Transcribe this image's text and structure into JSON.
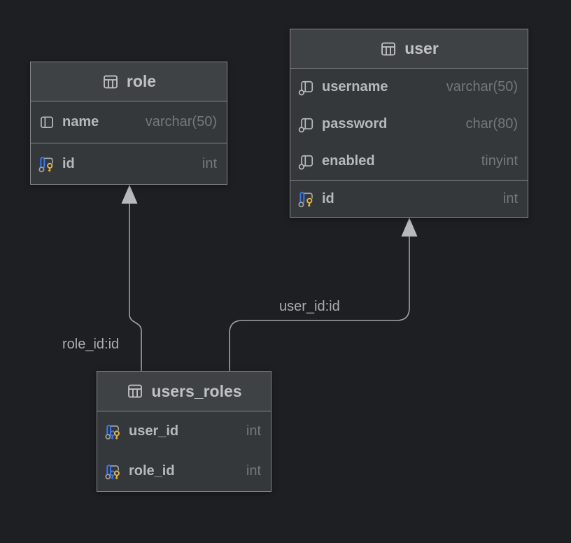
{
  "canvas": {
    "background": "#1e1f22"
  },
  "colors": {
    "table_header_bg": "#3f4244",
    "table_body_bg": "#35383b",
    "table_border": "#85878a",
    "title_text": "#bfc1c5",
    "column_text": "#b5b8bc",
    "type_text": "#74777b",
    "edge_line": "#9fa1a4",
    "arrowhead_fill": "#b7b9bb",
    "edge_label_text": "#abadb0",
    "primary_key_blue": "#3b76f0",
    "key_gold": "#e9b63e"
  },
  "tables": [
    {
      "title": "role",
      "columns": [
        {
          "name": "name",
          "type": "varchar(50)",
          "icon": "column-icon"
        },
        {
          "name": "id",
          "type": "int",
          "icon": "primary-key-icon"
        }
      ]
    },
    {
      "title": "user",
      "columns": [
        {
          "name": "username",
          "type": "varchar(50)",
          "icon": "indexed-column-icon"
        },
        {
          "name": "password",
          "type": "char(80)",
          "icon": "indexed-column-icon"
        },
        {
          "name": "enabled",
          "type": "tinyint",
          "icon": "indexed-column-icon"
        },
        {
          "name": "id",
          "type": "int",
          "icon": "primary-key-icon"
        }
      ]
    },
    {
      "title": "users_roles",
      "columns": [
        {
          "name": "user_id",
          "type": "int",
          "icon": "primary-foreign-key-icon"
        },
        {
          "name": "role_id",
          "type": "int",
          "icon": "primary-foreign-key-icon"
        }
      ]
    }
  ],
  "edges": [
    {
      "label": "role_id:id",
      "from": "users_roles.role_id",
      "to": "role.id"
    },
    {
      "label": "user_id:id",
      "from": "users_roles.user_id",
      "to": "user.id"
    }
  ]
}
